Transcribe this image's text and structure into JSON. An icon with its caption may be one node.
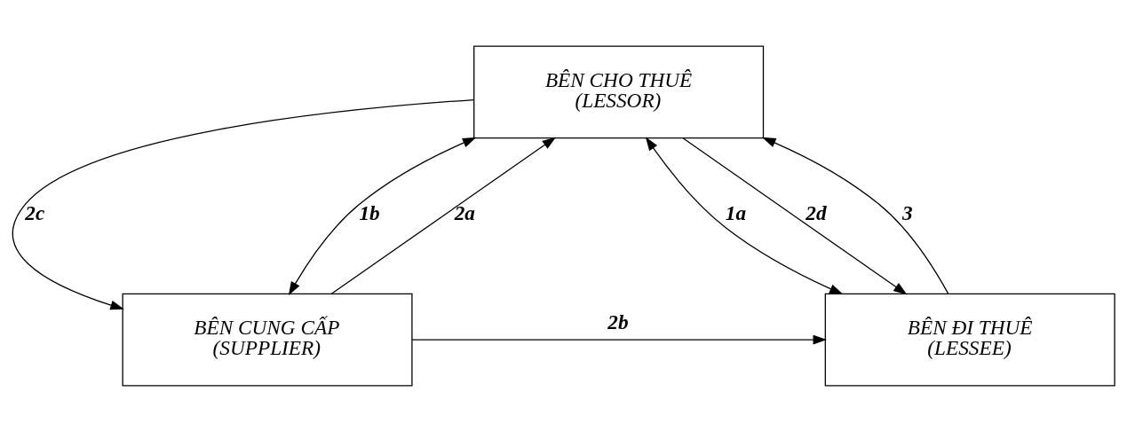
{
  "diagram": {
    "nodes": [
      {
        "text": [
          "BÊN CHO THUÊ",
          "(LESSOR)"
        ]
      },
      {
        "text": [
          "BÊN CUNG CẤP",
          "(SUPPLIER)"
        ]
      },
      {
        "text": [
          "BÊN ĐI THUÊ",
          "(LESSEE)"
        ]
      }
    ],
    "edges": [
      {
        "from": 0,
        "to": 1,
        "arrow": "to",
        "label": "2c"
      },
      {
        "from": 1,
        "to": 0,
        "arrow": "to",
        "label": "2a"
      },
      {
        "from": 0,
        "to": 1,
        "arrow": "both",
        "label": "1b"
      },
      {
        "from": 0,
        "to": 2,
        "arrow": "both",
        "label": "1a"
      },
      {
        "from": 0,
        "to": 2,
        "arrow": "to",
        "label": "2d"
      },
      {
        "from": 2,
        "to": 0,
        "arrow": "to",
        "label": "3"
      },
      {
        "from": 1,
        "to": 2,
        "arrow": "to",
        "label": "2b"
      }
    ]
  }
}
